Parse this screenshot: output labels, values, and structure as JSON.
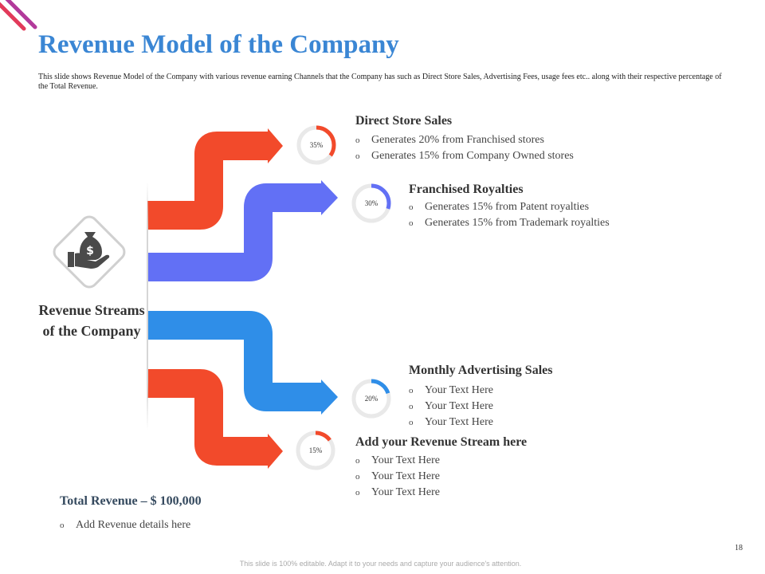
{
  "slide": {
    "title": "Revenue Model of the Company",
    "subtitle": "This slide shows Revenue Model of the Company with various revenue earning Channels that the Company  has such as Direct Store Sales, Advertising Fees, usage fees etc.. along with their respective percentage of the Total Revenue.",
    "page_number": "18",
    "footer": "This slide is 100% editable. Adapt it to your needs and capture your audience's attention."
  },
  "center": {
    "label": "Revenue Streams of the Company",
    "icon": "money-bag-hand-icon"
  },
  "colors": {
    "title": "#3a86d4",
    "orange_red": "#f24a2b",
    "purple_blue": "#6270f5",
    "blue": "#2f8ee8",
    "donut_track": "#e9e9e9"
  },
  "streams": [
    {
      "title": "Direct Store Sales",
      "percent_label": "35%",
      "percent": 35,
      "color": "#f24a2b",
      "bullets": [
        "Generates 20% from Franchised stores",
        "Generates 15% from Company Owned stores"
      ]
    },
    {
      "title": "Franchised Royalties",
      "percent_label": "30%",
      "percent": 30,
      "color": "#6270f5",
      "bullets": [
        "Generates 15% from Patent royalties",
        "Generates 15% from Trademark royalties"
      ]
    },
    {
      "title": "Monthly Advertising Sales",
      "percent_label": "20%",
      "percent": 20,
      "color": "#2f8ee8",
      "bullets": [
        "Your Text Here",
        "Your Text Here",
        "Your Text Here"
      ]
    },
    {
      "title": "Add your Revenue Stream here",
      "percent_label": "15%",
      "percent": 15,
      "color": "#f24a2b",
      "bullets": [
        "Your Text Here",
        "Your Text Here",
        "Your Text Here"
      ]
    }
  ],
  "total": {
    "title": "Total Revenue – $ 100,000",
    "detail": "Add Revenue details here"
  },
  "bullet_glyph": "o"
}
